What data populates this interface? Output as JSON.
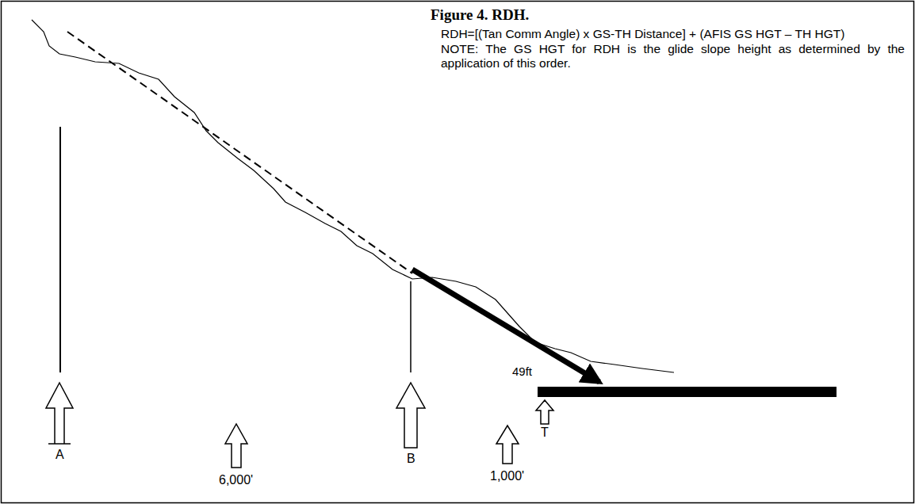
{
  "diagram": {
    "title": "Figure 4.  RDH.",
    "labels": [
      "RDH=[(Tan Comm Angle) x GS-TH Distance] + (AFIS GS HGT – TH HGT)",
      "NOTE: The GS HGT for RDH is the glide slope height as determined by the application of this order.",
      "49ft",
      "A",
      "6,000'",
      "B",
      "1,000'",
      "T"
    ]
  }
}
